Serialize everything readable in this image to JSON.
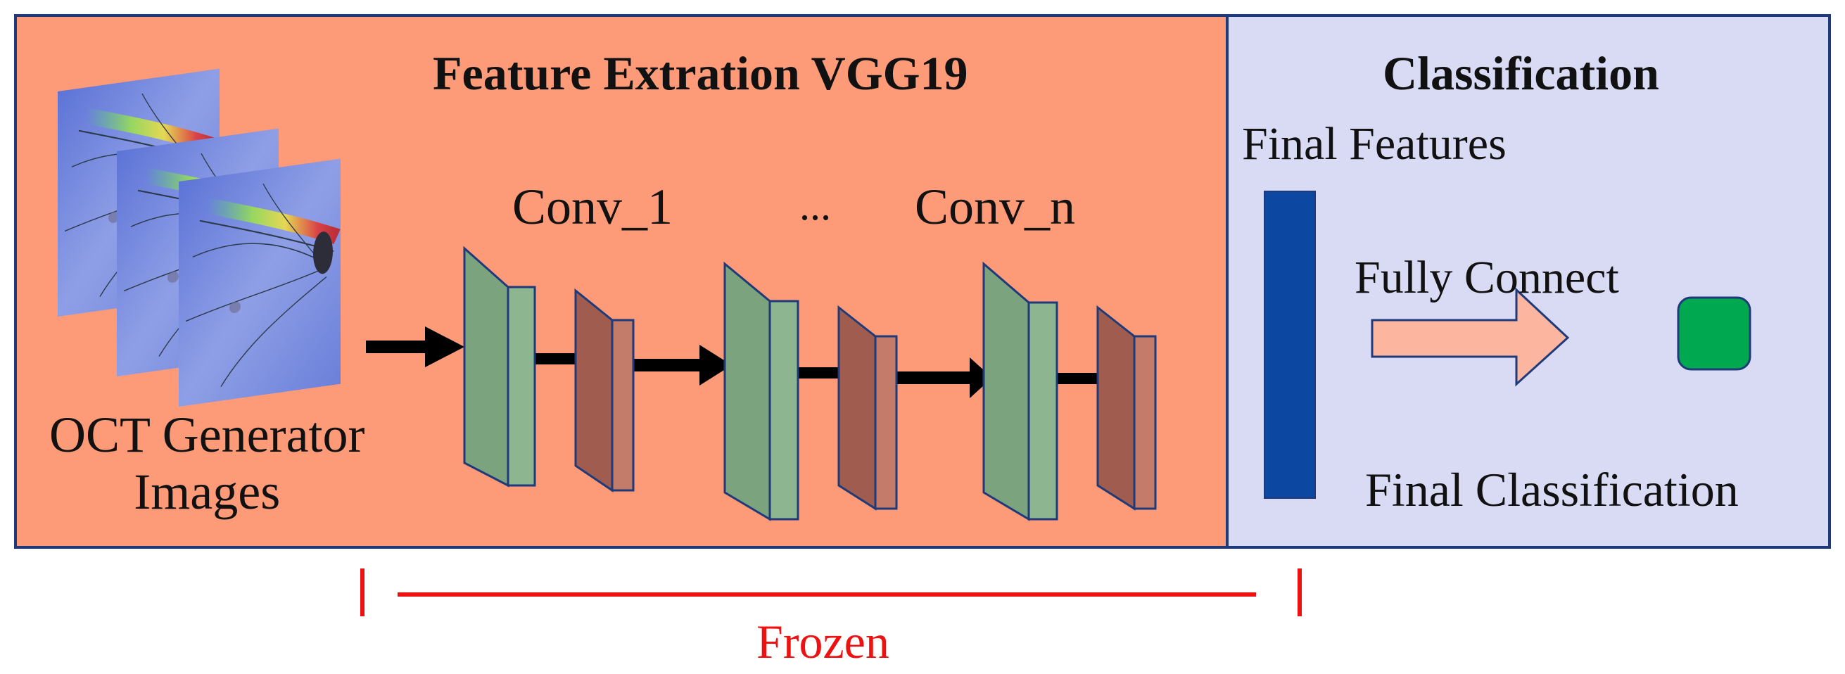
{
  "feature_panel": {
    "title": "Feature Extration VGG19",
    "input_label_line1": "OCT Generator",
    "input_label_line2": "Images",
    "conv_first_label": "Conv_1",
    "ellipsis": "...",
    "conv_last_label": "Conv_n"
  },
  "classification_panel": {
    "title": "Classification",
    "features_label": "Final Features",
    "connect_label": "Fully Connect",
    "output_label": "Final Classification"
  },
  "frozen": {
    "label": "Frozen"
  },
  "colors": {
    "feature_panel_bg": "#fd9a78",
    "classification_panel_bg": "#d8dbf3",
    "panel_border": "#1f3a7a",
    "conv_block": "#8db58f",
    "pool_block": "#b0695a",
    "feature_bar": "#0c47a1",
    "fc_arrow": "#fcb6a0",
    "output_node": "#00a84f",
    "frozen": "#ee1111"
  }
}
